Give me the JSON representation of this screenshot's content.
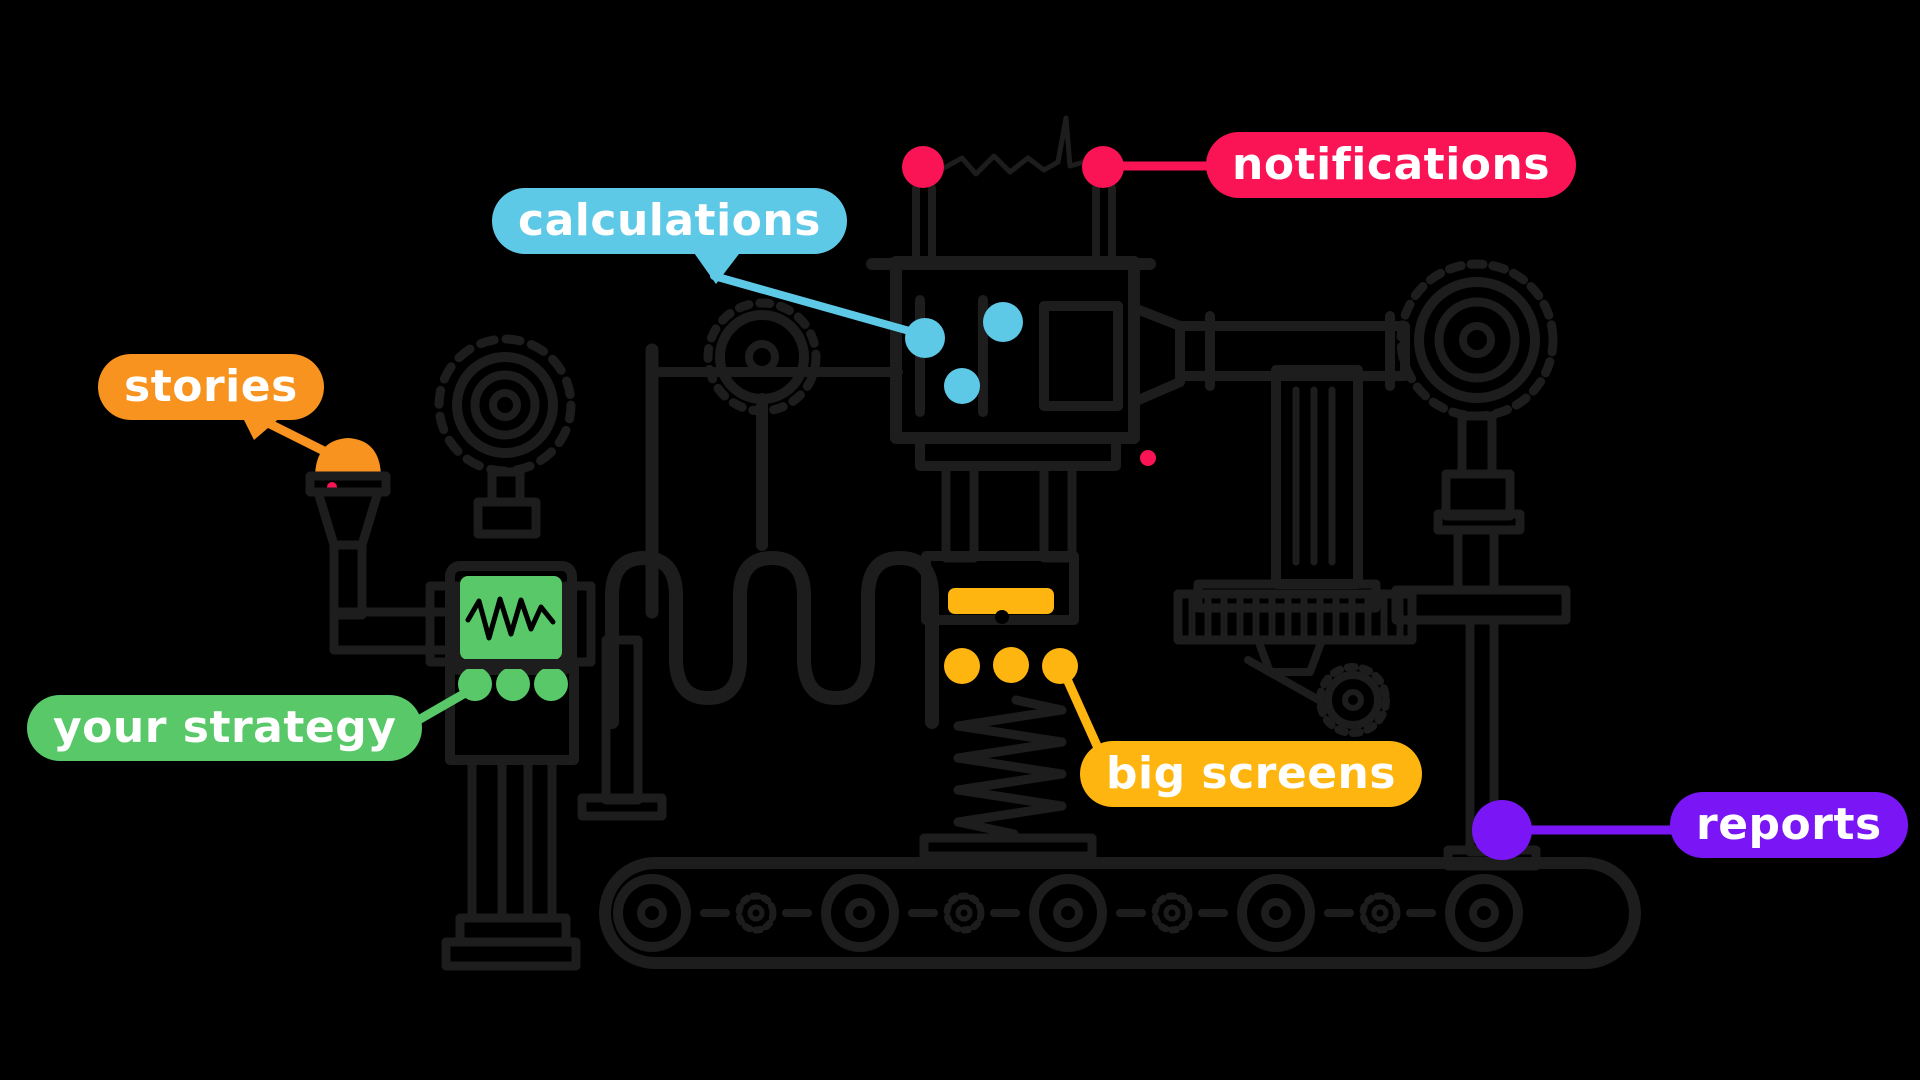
{
  "illustration": {
    "background": "#000000",
    "machine_line_color": "#1d1d1d",
    "text_color": "#ffffff"
  },
  "colors": {
    "background": "#000000",
    "line": "#1d1d1d",
    "text": "#ffffff",
    "cyan": "#5ec9e6",
    "pink": "#fa1355",
    "orange": "#f7931e",
    "green": "#58c868",
    "amber": "#ffb50f",
    "purple": "#7a16f6"
  },
  "labels": [
    {
      "id": "calculations",
      "text": "calculations",
      "color": "#5ec9e6"
    },
    {
      "id": "notifications",
      "text": "notifications",
      "color": "#fa1355"
    },
    {
      "id": "stories",
      "text": "stories",
      "color": "#f7931e"
    },
    {
      "id": "your_strategy",
      "text": "your strategy",
      "color": "#58c868"
    },
    {
      "id": "big_screens",
      "text": "big screens",
      "color": "#ffb50f"
    },
    {
      "id": "reports",
      "text": "reports",
      "color": "#7a16f6"
    }
  ],
  "accents": [
    {
      "name": "antenna-dots",
      "color": "#fa1355",
      "count": 2
    },
    {
      "name": "calculation-dots",
      "color": "#5ec9e6",
      "count": 3
    },
    {
      "name": "strategy-dots",
      "color": "#58c868",
      "count": 3
    },
    {
      "name": "big-screen-dots",
      "color": "#ffb50f",
      "count": 3
    },
    {
      "name": "report-dot",
      "color": "#7a16f6",
      "count": 1
    },
    {
      "name": "story-hopper-dome",
      "color": "#f7931e",
      "count": 1
    },
    {
      "name": "press-bar",
      "color": "#ffb50f",
      "count": 1
    },
    {
      "name": "strategy-screen",
      "color": "#58c868",
      "count": 1
    }
  ]
}
